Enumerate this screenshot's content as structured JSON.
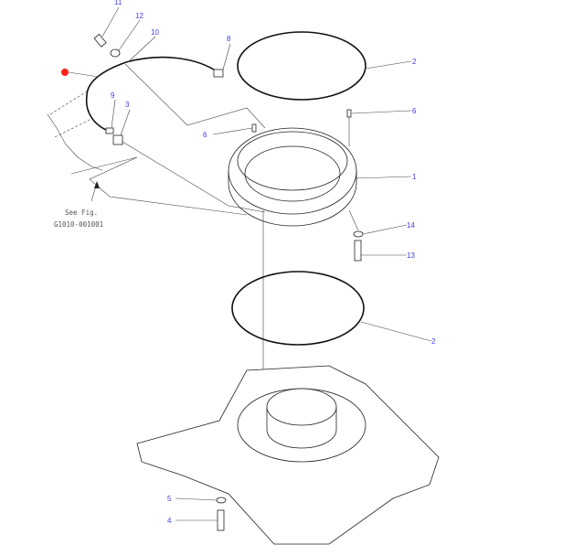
{
  "diagram": {
    "callouts": [
      {
        "id": "callout-11",
        "label": "11"
      },
      {
        "id": "callout-12",
        "label": "12"
      },
      {
        "id": "callout-10",
        "label": "10"
      },
      {
        "id": "callout-8",
        "label": "8"
      },
      {
        "id": "callout-9",
        "label": "9"
      },
      {
        "id": "callout-3",
        "label": "3"
      },
      {
        "id": "callout-6-left",
        "label": "6"
      },
      {
        "id": "callout-6-right",
        "label": "6"
      },
      {
        "id": "callout-2-top",
        "label": "2"
      },
      {
        "id": "callout-1",
        "label": "1"
      },
      {
        "id": "callout-14",
        "label": "14"
      },
      {
        "id": "callout-13",
        "label": "13"
      },
      {
        "id": "callout-2-bottom",
        "label": "2"
      },
      {
        "id": "callout-5",
        "label": "5"
      },
      {
        "id": "callout-4",
        "label": "4"
      }
    ],
    "highlight_color": "#ff2020",
    "callout_color": "#3b3bf0",
    "reference": {
      "line1": "See Fig.",
      "line2": "G1010-001001"
    }
  }
}
